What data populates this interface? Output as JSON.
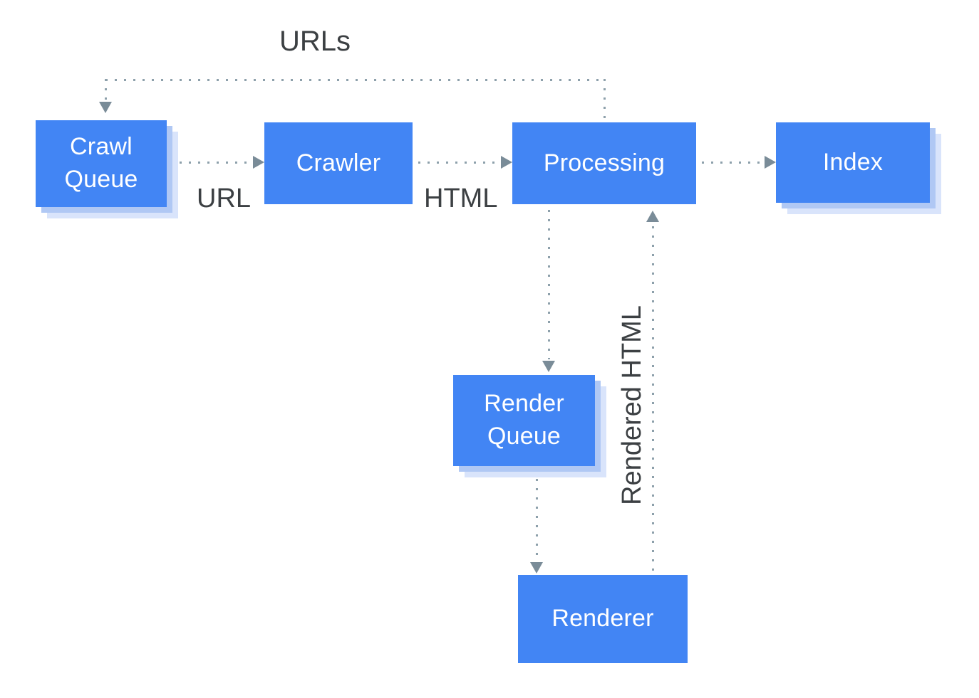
{
  "diagram": {
    "description": "Crawl, render and index pipeline flow diagram",
    "nodes": {
      "crawl_queue": {
        "label": "Crawl Queue"
      },
      "crawler": {
        "label": "Crawler"
      },
      "processing": {
        "label": "Processing"
      },
      "index": {
        "label": "Index"
      },
      "render_queue": {
        "label": "Render Queue"
      },
      "renderer": {
        "label": "Renderer"
      }
    },
    "edge_labels": {
      "urls": "URLs",
      "url": "URL",
      "html": "HTML",
      "rendered_html": "Rendered HTML"
    },
    "edges": [
      {
        "from": "processing",
        "to": "crawl_queue",
        "label": "URLs",
        "style": "dotted"
      },
      {
        "from": "crawl_queue",
        "to": "crawler",
        "label": "URL",
        "style": "dotted"
      },
      {
        "from": "crawler",
        "to": "processing",
        "label": "HTML",
        "style": "dotted"
      },
      {
        "from": "processing",
        "to": "index",
        "label": "",
        "style": "dotted"
      },
      {
        "from": "processing",
        "to": "render_queue",
        "label": "",
        "style": "dotted"
      },
      {
        "from": "render_queue",
        "to": "renderer",
        "label": "",
        "style": "dotted"
      },
      {
        "from": "renderer",
        "to": "processing",
        "label": "Rendered HTML",
        "style": "dotted"
      }
    ],
    "colors": {
      "node_fill": "#4285f4",
      "node_text": "#ffffff",
      "shadow_inner": "#b0c8f4",
      "shadow_outer": "#d9e4fb",
      "line": "#8da0ab",
      "arrow": "#7a8c98",
      "label": "#3c4043",
      "background": "#ffffff"
    }
  }
}
